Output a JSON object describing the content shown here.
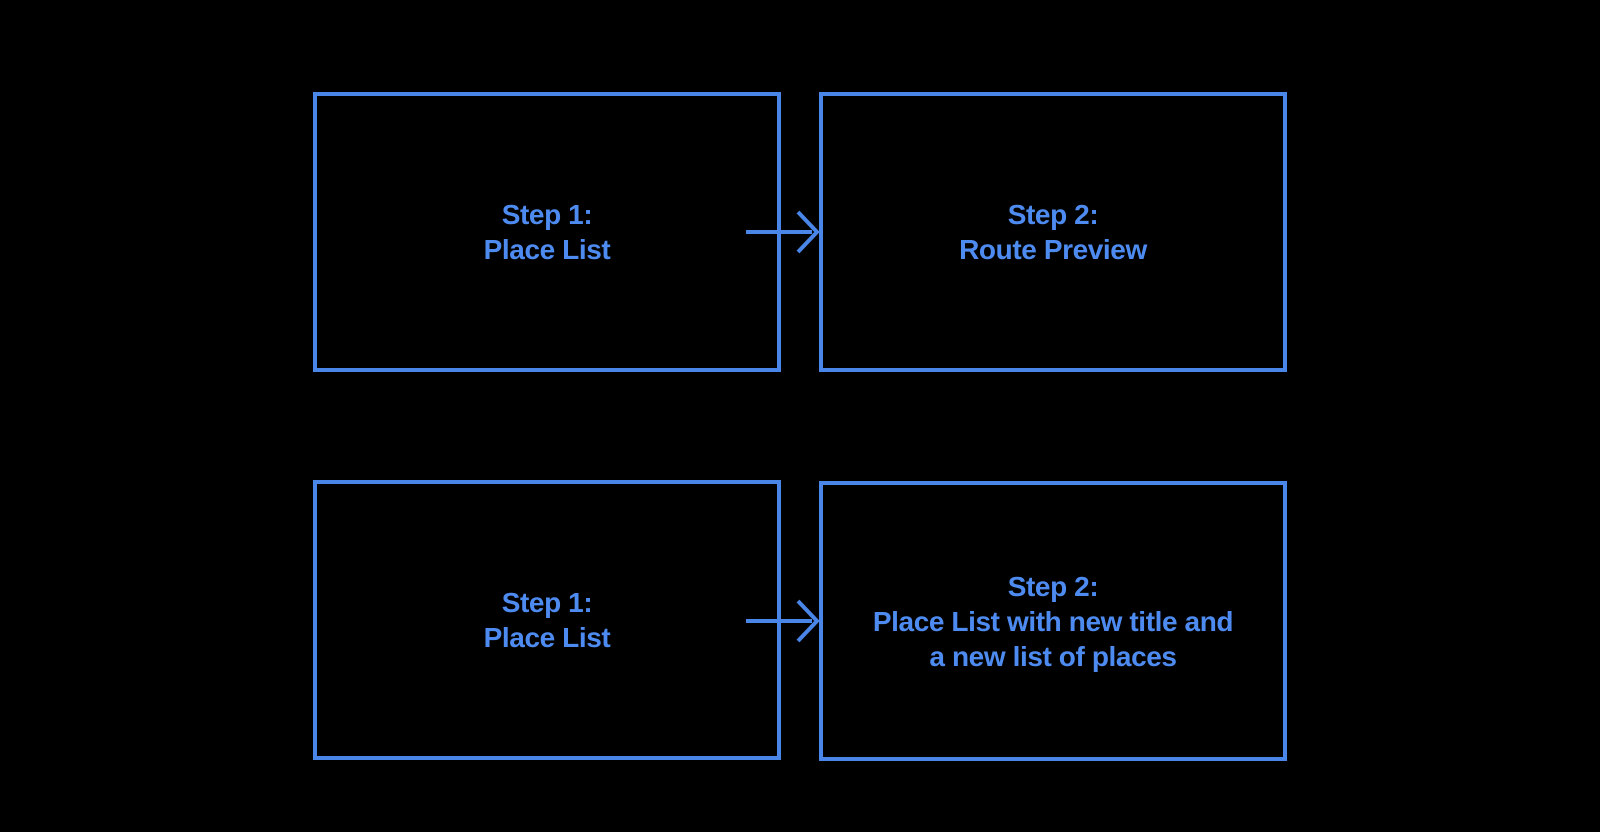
{
  "colors": {
    "background": "#000000",
    "box_border": "#4a86e8",
    "label_text": "#4e8bf0",
    "arrow": "#4a86e8"
  },
  "flows": [
    {
      "from": {
        "lines": [
          "Step 1:",
          "Place List"
        ]
      },
      "to": {
        "lines": [
          "Step 2:",
          "Route Preview"
        ]
      }
    },
    {
      "from": {
        "lines": [
          "Step 1:",
          "Place List"
        ]
      },
      "to": {
        "lines": [
          "Step 2:",
          "Place List with new title and",
          "a new list of places"
        ]
      }
    }
  ]
}
